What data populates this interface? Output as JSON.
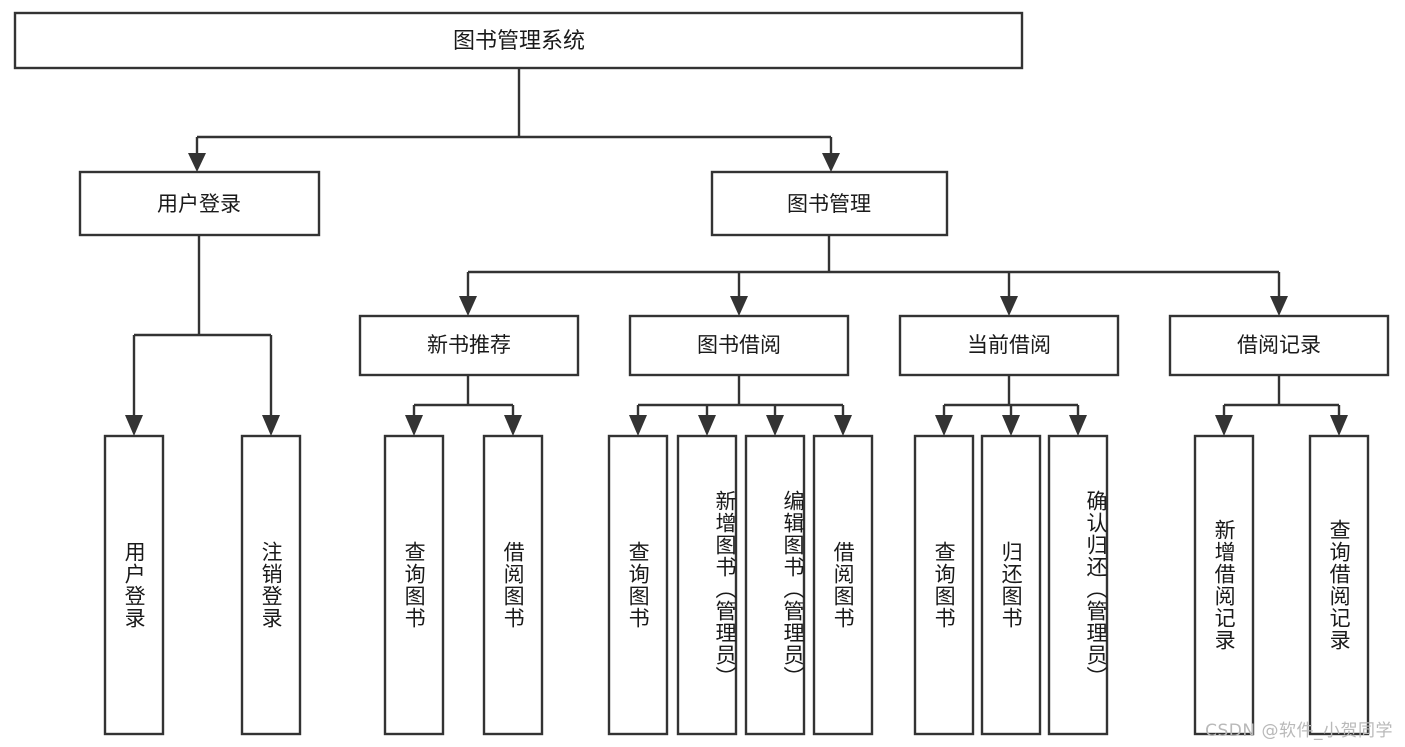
{
  "diagram": {
    "type": "tree",
    "title": "图书管理系统",
    "orientation": "top-down",
    "colors": {
      "background": "#ffffff",
      "box_fill": "#ffffff",
      "box_stroke": "#333333",
      "text": "#1a1a1a",
      "watermark": "#b9b9b9"
    },
    "root": {
      "label": "图书管理系统"
    },
    "level2": [
      {
        "label": "用户登录"
      },
      {
        "label": "图书管理"
      }
    ],
    "level3": [
      {
        "label": "新书推荐"
      },
      {
        "label": "图书借阅"
      },
      {
        "label": "当前借阅"
      },
      {
        "label": "借阅记录"
      }
    ],
    "leaves": {
      "user_login": [
        {
          "label": "用户登录"
        },
        {
          "label": "注销登录"
        }
      ],
      "new_book_recommend": [
        {
          "label": "查询图书"
        },
        {
          "label": "借阅图书"
        }
      ],
      "book_borrow": [
        {
          "label": "查询图书"
        },
        {
          "label": "新增图书（管理员）"
        },
        {
          "label": "编辑图书（管理员）"
        },
        {
          "label": "借阅图书"
        }
      ],
      "current_borrow": [
        {
          "label": "查询图书"
        },
        {
          "label": "归还图书"
        },
        {
          "label": "确认归还（管理员）"
        }
      ],
      "borrow_record": [
        {
          "label": "新增借阅记录"
        },
        {
          "label": "查询借阅记录"
        }
      ]
    }
  },
  "watermark": {
    "text": "CSDN @软件_小贺同学"
  }
}
